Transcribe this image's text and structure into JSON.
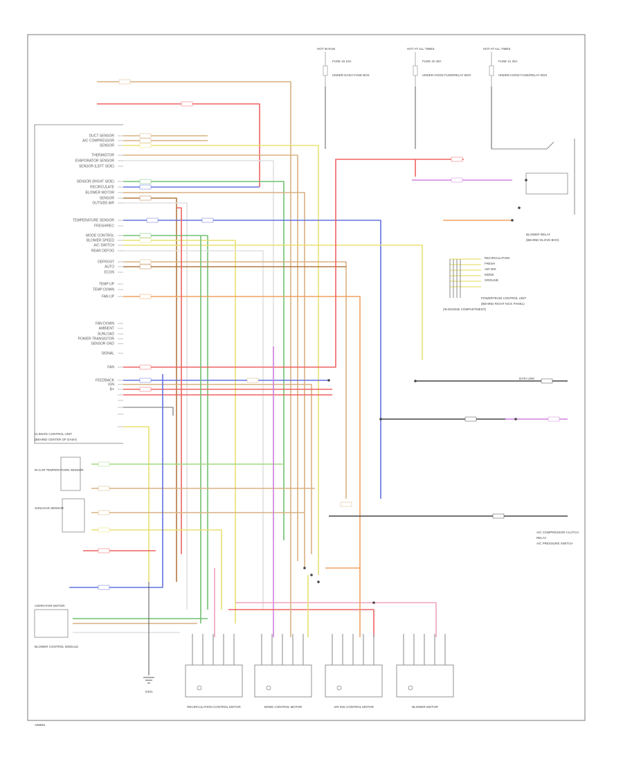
{
  "left_labels": [
    "DUCT SENSOR",
    "A/C COMPRESSOR",
    "SENSOR",
    "THERMISTOR",
    "EVAPORATOR SENSOR",
    "SENSOR (LEFT SIDE)",
    "SENSOR (RIGHT SIDE)",
    "RECIRCULATE",
    "BLOWER MOTOR",
    "SENSOR",
    "OUTSIDE AIR",
    "TEMPERATURE SENSOR",
    "FRESH/REC",
    "MODE CONTROL",
    "BLOWER SPEED",
    "A/C SWITCH",
    "REAR DEFOG",
    "DEFROST",
    "AUTO",
    "ECON",
    "TEMP UP",
    "TEMP DOWN",
    "FAN UP",
    "FAN DOWN",
    "AMBIENT",
    "SUNLOAD",
    "POWER TRANSISTOR",
    "SENSOR GND",
    "SIGNAL",
    "FAN",
    "FEEDBACK",
    "IGN",
    "B+"
  ],
  "connector_groups": [
    "CLIMATE CONTROL UNIT",
    "(BEHIND CENTER OF DASH)",
    "IN-CAR TEMPERATURE SENSOR",
    "SUNLOAD SENSOR",
    "ASPIRATOR MOTOR",
    "BLOWER CONTROL MODULE"
  ],
  "top_fuses": [
    {
      "title": "HOT IN RUN",
      "fuse": "FUSE 15 10A",
      "note": "UNDER DASH FUSE BOX"
    },
    {
      "title": "HOT AT ALL TIMES",
      "fuse": "FUSE 42 40A",
      "note": "UNDER HOOD FUSE/RELAY BOX"
    },
    {
      "title": "HOT AT ALL TIMES",
      "fuse": "FUSE 41 20A",
      "note": "UNDER HOOD FUSE/RELAY BOX"
    }
  ],
  "right_module_labels": [
    "BLOWER RELAY",
    "(BEHIND GLOVE BOX)",
    "RECIRCULATION",
    "FRESH",
    "AIR MIX",
    "MODE",
    "GROUND",
    "POWERTRAIN CONTROL UNIT",
    "(BEHIND RIGHT KICK PANEL)",
    "DATA LINK",
    "A/C COMPRESSOR CLUTCH",
    "RELAY",
    "A/C PRESSURE SWITCH",
    "(IN ENGINE COMPARTMENT)"
  ],
  "bottom_components": [
    "RECIRCULATION CONTROL MOTOR",
    "MODE CONTROL MOTOR",
    "AIR MIX CONTROL MOTOR",
    "BLOWER MOTOR"
  ],
  "ground_label": "G401",
  "footer_code": "A86851",
  "colors": {
    "red": "#f06060",
    "orange": "#f0a060",
    "yellow": "#e8e070",
    "green": "#70c070",
    "blue": "#6070e0",
    "violet": "#d080e0",
    "pink": "#f0a0c0",
    "tan": "#d8b080",
    "gray": "#9a9a9a",
    "black": "#444444",
    "brown": "#b07840",
    "lightgreen": "#a0d880",
    "white": "#e0e0e0",
    "frame": "#777777"
  }
}
